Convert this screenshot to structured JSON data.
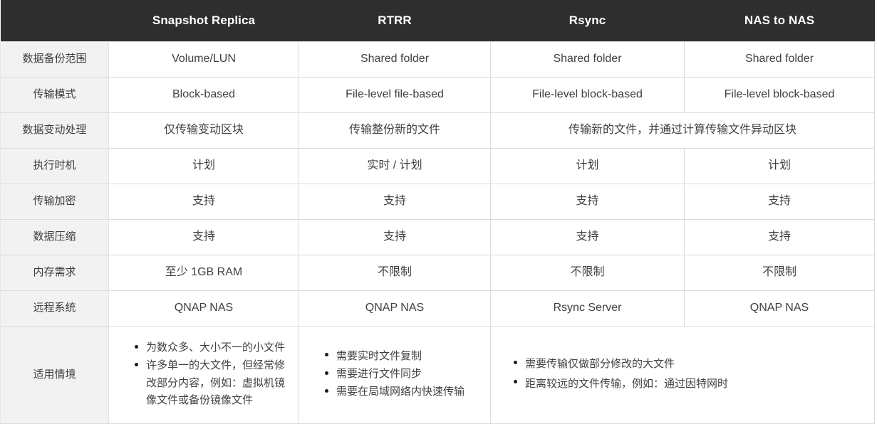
{
  "table": {
    "headers": [
      {
        "label": ""
      },
      {
        "label": "Snapshot Replica"
      },
      {
        "label": "RTRR"
      },
      {
        "label": "Rsync"
      },
      {
        "label": "NAS to NAS"
      }
    ],
    "rows": [
      {
        "label": "数据备份范围",
        "cells": [
          {
            "text": "Volume/LUN"
          },
          {
            "text": "Shared folder"
          },
          {
            "text": "Shared folder"
          },
          {
            "text": "Shared folder"
          }
        ]
      },
      {
        "label": "传输模式",
        "cells": [
          {
            "text": "Block-based"
          },
          {
            "text": "File-level file-based"
          },
          {
            "text": "File-level block-based"
          },
          {
            "text": "File-level block-based"
          }
        ]
      },
      {
        "label": "数据变动处理",
        "cells": [
          {
            "text": "仅传输变动区块"
          },
          {
            "text": "传输整份新的文件"
          },
          {
            "text": "传输新的文件，并通过计算传输文件异动区块",
            "colspan": 2
          }
        ]
      },
      {
        "label": "执行时机",
        "cells": [
          {
            "text": "计划"
          },
          {
            "text": "实时 / 计划"
          },
          {
            "text": "计划"
          },
          {
            "text": "计划"
          }
        ]
      },
      {
        "label": "传输加密",
        "cells": [
          {
            "text": "支持"
          },
          {
            "text": "支持"
          },
          {
            "text": "支持"
          },
          {
            "text": "支持"
          }
        ]
      },
      {
        "label": "数据压缩",
        "cells": [
          {
            "text": "支持"
          },
          {
            "text": "支持"
          },
          {
            "text": "支持"
          },
          {
            "text": "支持"
          }
        ]
      },
      {
        "label": "内存需求",
        "cells": [
          {
            "text": "至少 1GB RAM"
          },
          {
            "text": "不限制"
          },
          {
            "text": "不限制"
          },
          {
            "text": "不限制"
          }
        ]
      },
      {
        "label": "远程系统",
        "cells": [
          {
            "text": "QNAP NAS"
          },
          {
            "text": "QNAP NAS"
          },
          {
            "text": "Rsync Server"
          },
          {
            "text": "QNAP NAS"
          }
        ]
      },
      {
        "label": "适用情境",
        "cells": [
          {
            "bullets": [
              "为数众多、大小不一的小文件",
              "许多单一的大文件，但经常修改部分内容，例如：虚拟机镜像文件或备份镜像文件"
            ]
          },
          {
            "bullets": [
              "需要实时文件复制",
              "需要进行文件同步",
              "需要在局域网络内快速传输"
            ]
          },
          {
            "colspan": 2,
            "bullets": [
              "需要传输仅做部分修改的大文件",
              "距离较远的文件传输，例如：通过因特网时"
            ]
          }
        ]
      }
    ]
  },
  "colors": {
    "header_bg": "#2e2e2e",
    "header_text": "#ffffff",
    "row_label_bg": "#f2f2f2",
    "cell_bg": "#ffffff",
    "border": "#dcdcdc",
    "body_text": "#404040"
  }
}
